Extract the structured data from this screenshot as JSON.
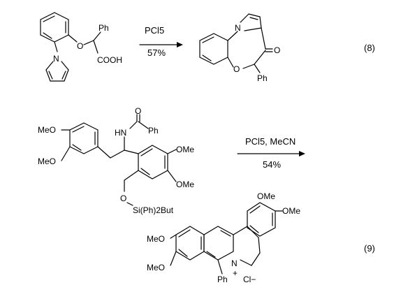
{
  "reaction8": {
    "equation_number": "(8)",
    "reagent": "PCl5",
    "yield": "57%",
    "sm_labels": {
      "ph": "Ph",
      "o": "O",
      "acid": "COOH",
      "n": "N"
    },
    "product_labels": {
      "n": "N",
      "o": "O",
      "ketone_o": "O",
      "ph": "Ph"
    }
  },
  "reaction9": {
    "equation_number": "(9)",
    "reagent": "PCl5, MeCN",
    "yield": "54%",
    "sm_labels": {
      "ome1": "MeO",
      "ome2": "MeO",
      "ome3": "OMe",
      "ome4": "OMe",
      "nh": "HN",
      "amide_o": "O",
      "ph": "Ph",
      "silyl_o": "O",
      "silyl": "Si(Ph)2But"
    },
    "product_labels": {
      "ome1": "OMe",
      "ome2": "OMe",
      "ome3": "MeO",
      "ome4": "MeO",
      "n": "N",
      "plus": "+",
      "ph": "Ph",
      "counterion": "Cl−"
    }
  }
}
